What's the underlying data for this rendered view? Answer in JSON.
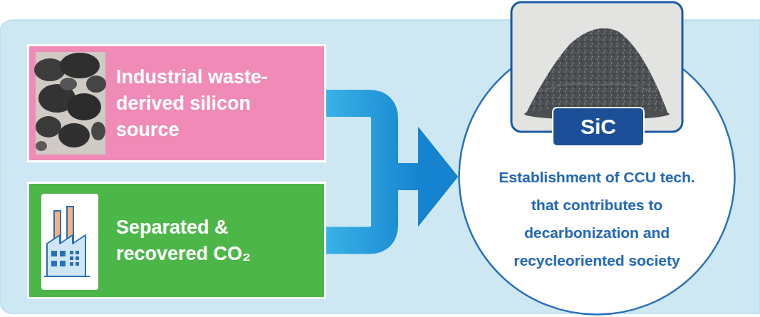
{
  "diagram": {
    "nodes": [
      {
        "text": [
          "Industrial waste-derived silicon source"
        ]
      },
      {
        "text": [
          "Separated & recovered CO₂"
        ]
      },
      {
        "text": [
          "Establishment of CCU tech. that contributes to decarbonization and recycleoriented society"
        ]
      },
      {
        "text": [
          "SiC"
        ],
        "in": 2
      }
    ],
    "edges": [
      {
        "from": 0,
        "to": 2,
        "arrow": "to"
      },
      {
        "from": 1,
        "to": 2,
        "arrow": "to"
      }
    ]
  }
}
